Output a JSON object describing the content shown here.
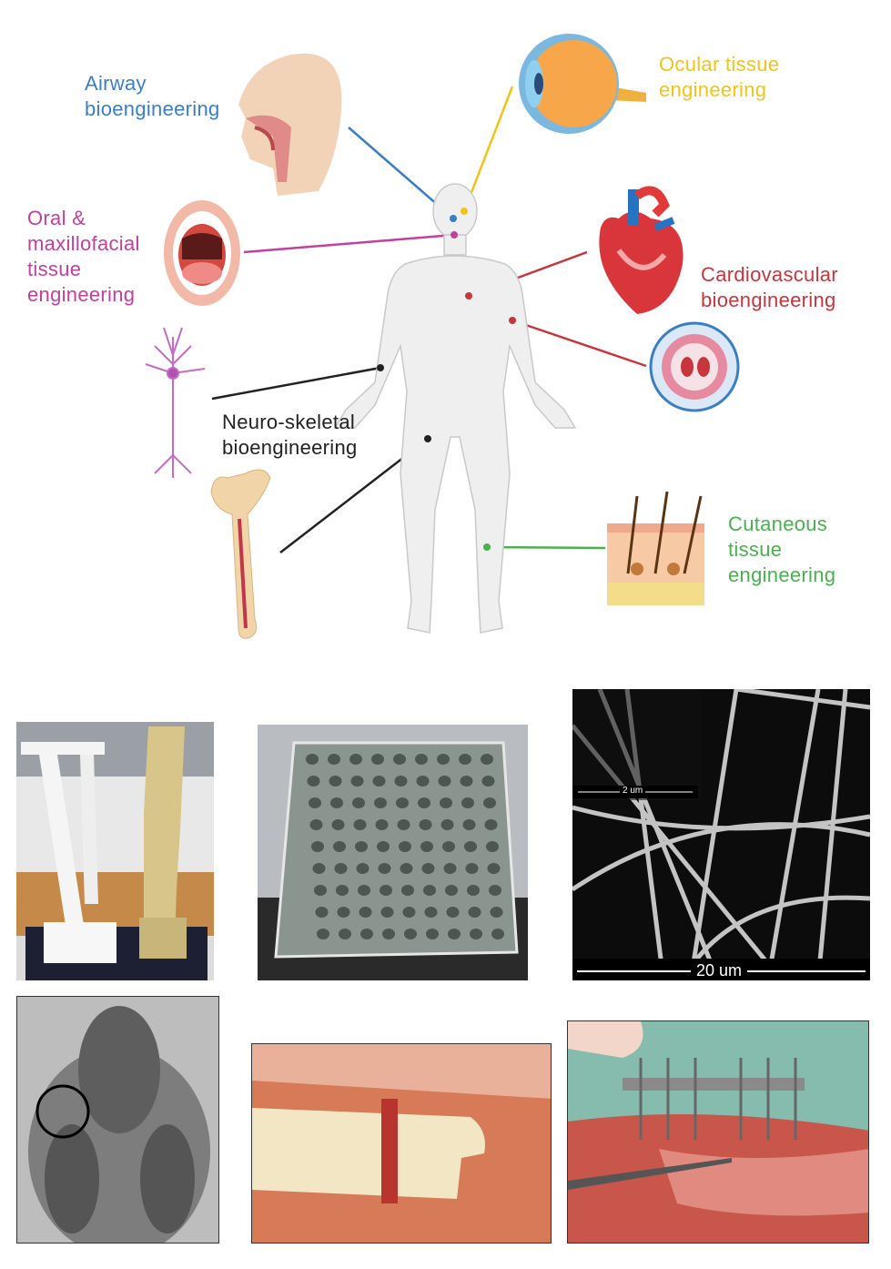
{
  "labels": {
    "airway": [
      "Airway",
      "bioengineering"
    ],
    "ocular": [
      "Ocular tissue",
      "engineering"
    ],
    "oral": [
      "Oral &",
      "maxillofacial",
      "tissue",
      "engineering"
    ],
    "cardio": [
      "Cardiovascular",
      "bioengineering"
    ],
    "neuro": [
      "Neuro-skeletal",
      "bioengineering"
    ],
    "cutaneous": [
      "Cutaneous",
      "tissue",
      "engineering"
    ]
  },
  "colors": {
    "airway": "#3a7fc6",
    "ocular": "#f0c419",
    "oral": "#c2409e",
    "cardio": "#c7363d",
    "neuro": "#222222",
    "cutaneous": "#4caf50"
  },
  "sem": {
    "inset_scale": "2 um",
    "main_scale": "20 um"
  }
}
